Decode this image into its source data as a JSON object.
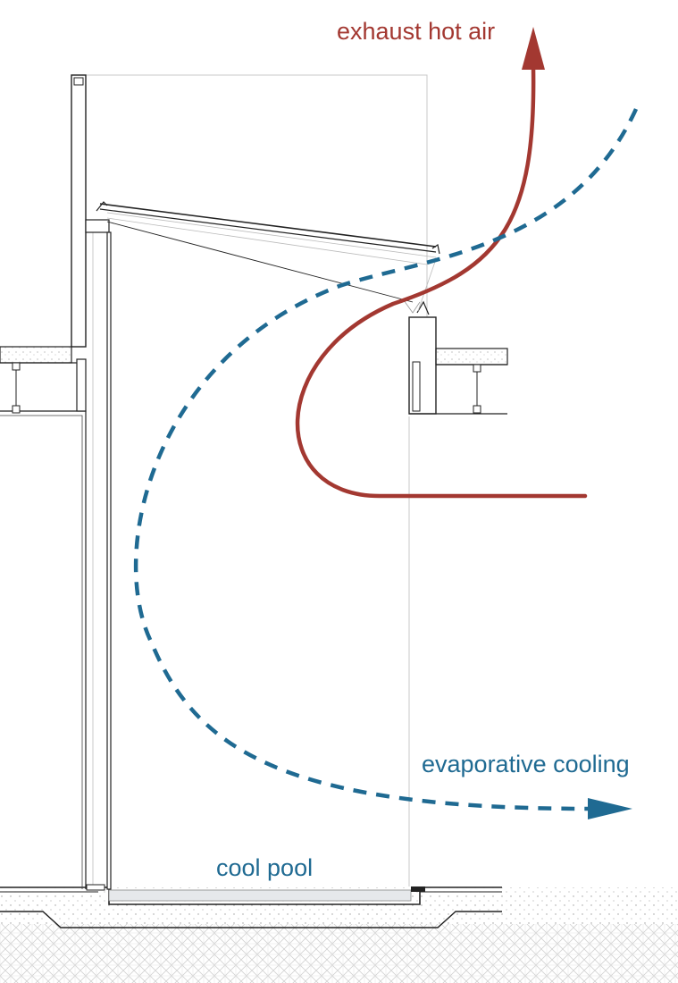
{
  "diagram": {
    "labels": {
      "exhaust": "exhaust hot air",
      "evaporative": "evaporative cooling",
      "pool": "cool pool"
    },
    "colors": {
      "exhaust": "#a33831",
      "cooling": "#1f6a92",
      "structure": "#222222",
      "hatch": "#cfcfcf",
      "pool_water": "#e6e8eb"
    }
  }
}
